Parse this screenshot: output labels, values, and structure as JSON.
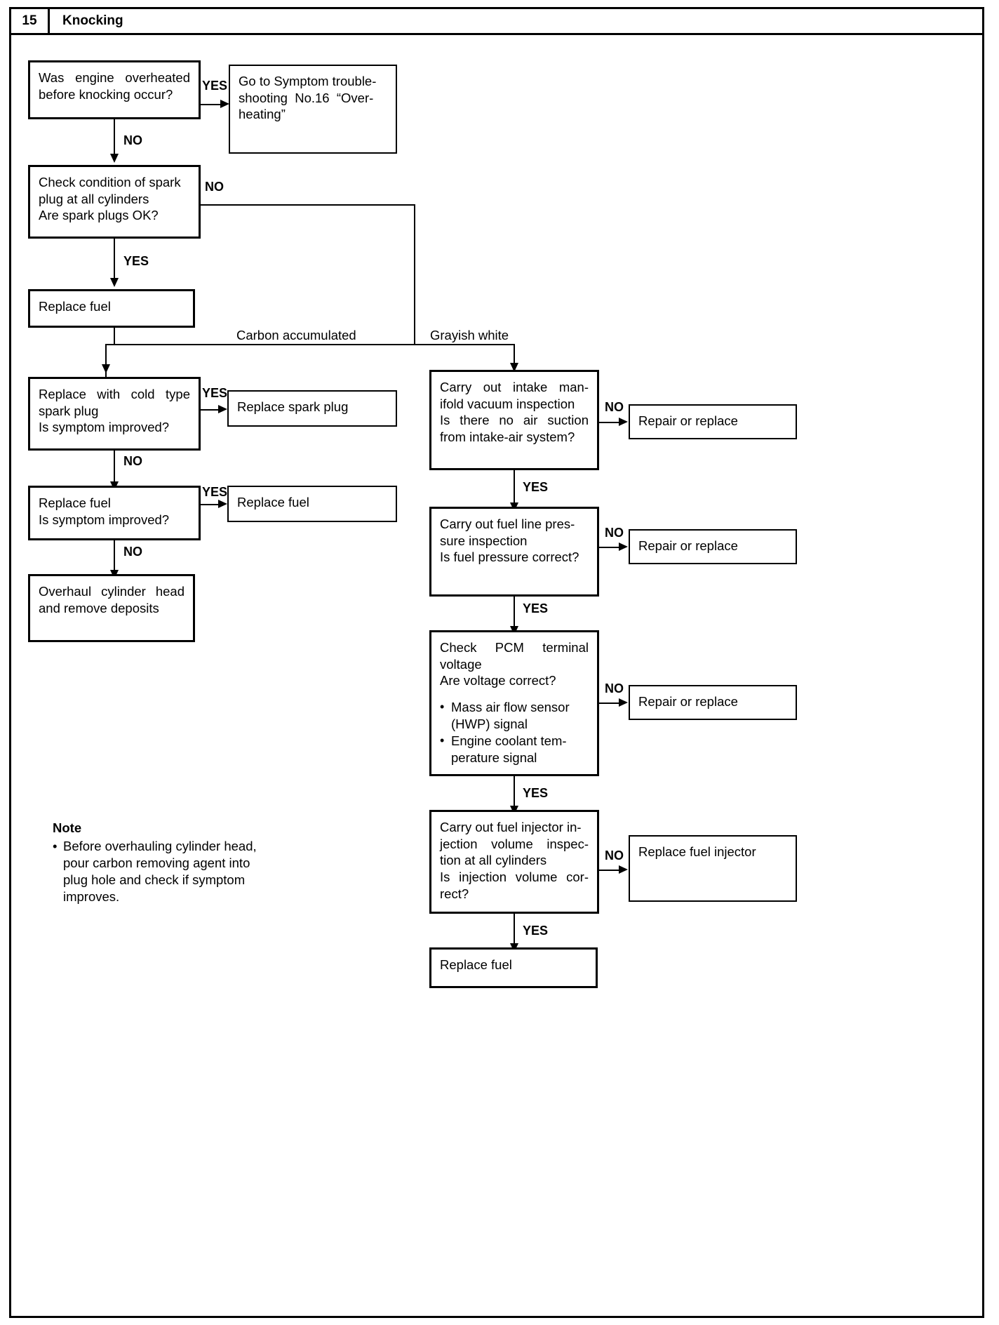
{
  "header": {
    "number": "15",
    "title": "Knocking"
  },
  "nodes": {
    "overheat_q": {
      "lines": [
        "Was  engine  overheated",
        "before knocking occur?"
      ]
    },
    "goto_no16": {
      "lines": [
        "Go to Symptom trouble-",
        "shooting  No.16  “Over-",
        "heating”"
      ]
    },
    "spark_plug_q": {
      "lines": [
        "Check condition of spark",
        "plug at all cylinders",
        "Are spark plugs OK?"
      ]
    },
    "replace_fuel_1": {
      "lines": [
        "Replace fuel"
      ]
    },
    "cold_type_q": {
      "lines": [
        "Replace  with  cold  type",
        "spark plug",
        "Is symptom improved?"
      ]
    },
    "replace_spark_plug": {
      "lines": [
        "Replace spark plug"
      ]
    },
    "replace_fuel_q": {
      "lines": [
        "Replace fuel",
        "Is symptom improved?"
      ]
    },
    "replace_fuel_2": {
      "lines": [
        "Replace fuel"
      ]
    },
    "overhaul": {
      "lines": [
        "Overhaul cylinder head",
        "and remove deposits"
      ]
    },
    "intake_manifold_q": {
      "lines": [
        "Carry  out  intake  man-",
        "ifold vacuum inspection",
        "Is  there  no  air  suction",
        "from intake-air system?"
      ]
    },
    "repair_replace_1": {
      "lines": [
        "Repair or replace"
      ]
    },
    "fuel_line_q": {
      "lines": [
        "Carry out fuel line pres-",
        "sure inspection",
        "Is fuel pressure correct?"
      ]
    },
    "repair_replace_2": {
      "lines": [
        "Repair or replace"
      ]
    },
    "pcm_voltage_q": {
      "lines": [
        "Check    PCM    terminal",
        "voltage",
        "Are voltage correct?"
      ],
      "bullets": [
        [
          "Mass air flow sensor",
          "(HWP) signal"
        ],
        [
          "Engine coolant tem-",
          "perature signal"
        ]
      ]
    },
    "repair_replace_3": {
      "lines": [
        "Repair or replace"
      ]
    },
    "injector_q": {
      "lines": [
        "Carry out fuel injector in-",
        "jection  volume  inspec-",
        "tion at all cylinders",
        "Is  injection  volume  cor-",
        "rect?"
      ]
    },
    "replace_injector": {
      "lines": [
        "Replace fuel injector"
      ]
    },
    "replace_fuel_3": {
      "lines": [
        "Replace fuel"
      ]
    }
  },
  "edges": {
    "overheat_yes": "YES",
    "overheat_no": "NO",
    "spark_plug_no": "NO",
    "spark_plug_yes": "YES",
    "carbon_accumulated": "Carbon accumulated",
    "grayish_white": "Grayish white",
    "cold_type_yes": "YES",
    "cold_type_no": "NO",
    "replace_fuel_yes": "YES",
    "replace_fuel_no": "NO",
    "intake_no": "NO",
    "intake_yes": "YES",
    "fuel_line_no": "NO",
    "fuel_line_yes": "YES",
    "pcm_no": "NO",
    "pcm_yes": "YES",
    "injector_no": "NO",
    "injector_yes": "YES"
  },
  "note": {
    "title": "Note",
    "bullet": "•",
    "lines": [
      "Before overhauling cylinder head,",
      "pour carbon removing agent into",
      "plug hole and check if symptom",
      "improves."
    ]
  }
}
